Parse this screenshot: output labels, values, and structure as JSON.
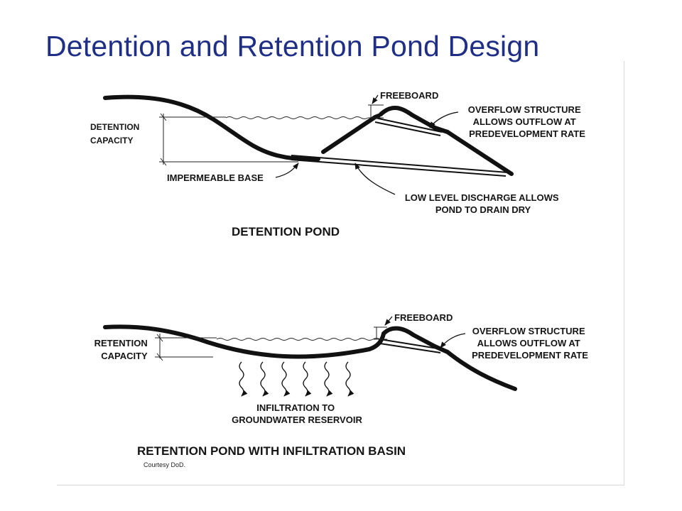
{
  "title": "Detention and Retention Pond Design",
  "credit": "Courtesy DoD.",
  "detention": {
    "caption": "DETENTION POND",
    "capacity_line1": "DETENTION",
    "capacity_line2": "CAPACITY",
    "freeboard": "FREEBOARD",
    "overflow_line1": "OVERFLOW STRUCTURE",
    "overflow_line2": "ALLOWS OUTFLOW AT",
    "overflow_line3": "PREDEVELOPMENT RATE",
    "base": "IMPERMEABLE BASE",
    "discharge_line1": "LOW LEVEL DISCHARGE ALLOWS",
    "discharge_line2": "POND TO DRAIN DRY"
  },
  "retention": {
    "caption": "RETENTION POND WITH INFILTRATION BASIN",
    "capacity_line1": "RETENTION",
    "capacity_line2": "CAPACITY",
    "freeboard": "FREEBOARD",
    "overflow_line1": "OVERFLOW STRUCTURE",
    "overflow_line2": "ALLOWS OUTFLOW AT",
    "overflow_line3": "PREDEVELOPMENT RATE",
    "infiltration_line1": "INFILTRATION TO",
    "infiltration_line2": "GROUNDWATER RESERVOIR"
  }
}
